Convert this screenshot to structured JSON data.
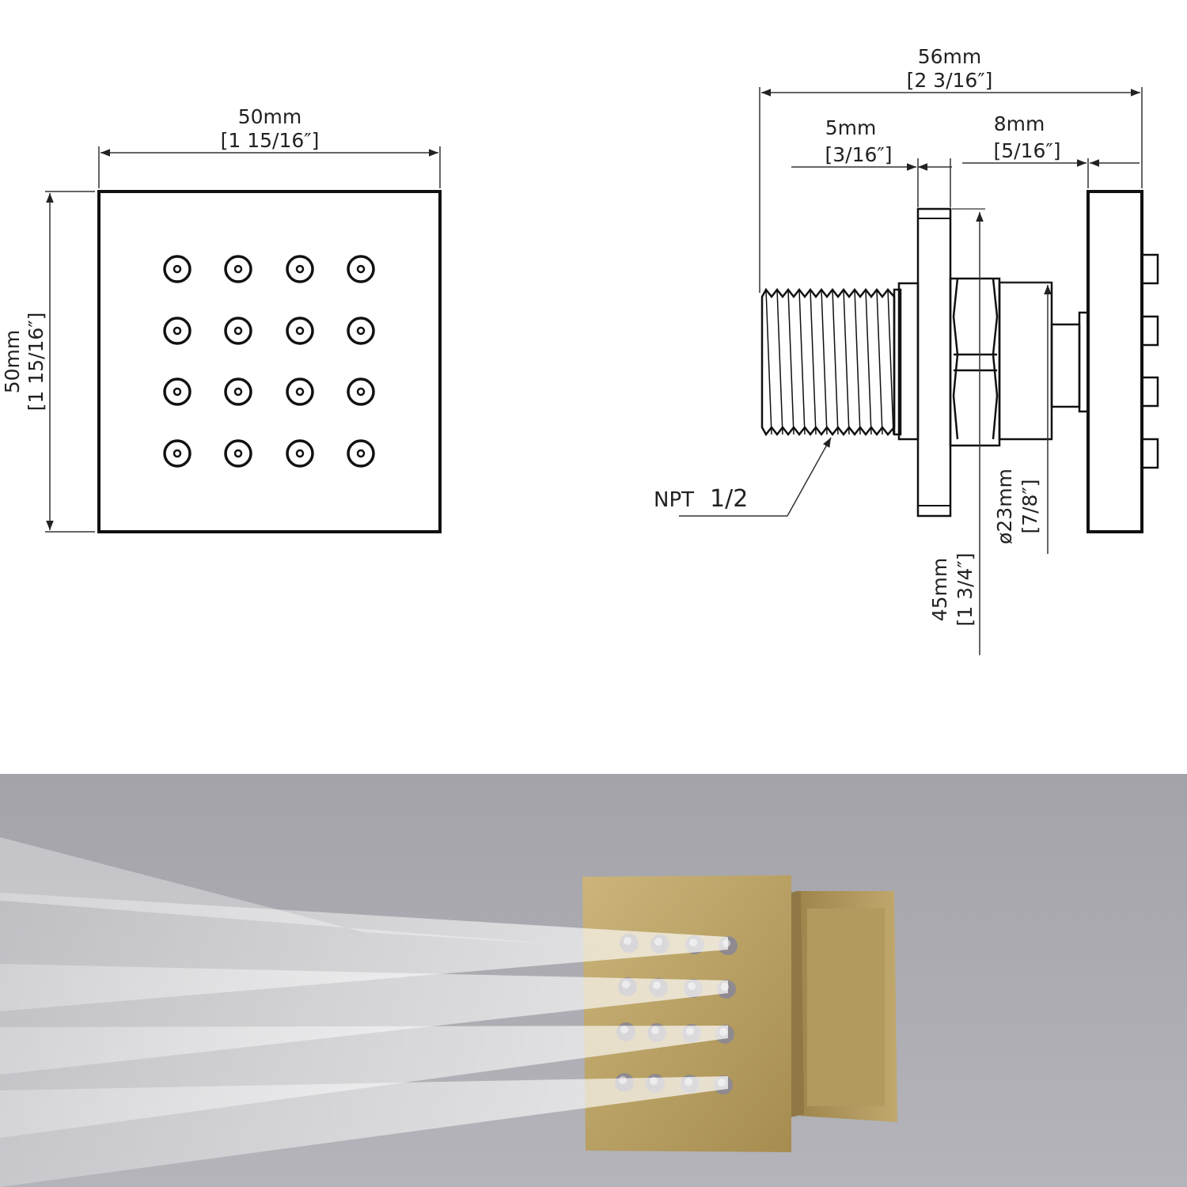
{
  "front_view": {
    "width_mm": "50mm",
    "width_in": "[1 15/16″]",
    "height_mm": "50mm",
    "height_in": "[1 15/16″]",
    "nozzle_rows": 4,
    "nozzle_cols": 4
  },
  "side_view": {
    "overall_mm": "56mm",
    "overall_in": "[2 3/16″]",
    "flange_mm": "5mm",
    "flange_in": "[3/16″]",
    "faceplate_mm": "8mm",
    "faceplate_in": "[5/16″]",
    "thread_label_prefix": "NPT",
    "thread_label_size": "1/2",
    "diameter_mm": "ø23mm",
    "diameter_in": "[7/8″]",
    "flange_height_mm": "45mm",
    "flange_height_in": "[1 3/4″]"
  },
  "photo": {
    "wall_color": "#acacb2",
    "fixture_color": "#b8a064",
    "water_color": "#ffffff"
  }
}
